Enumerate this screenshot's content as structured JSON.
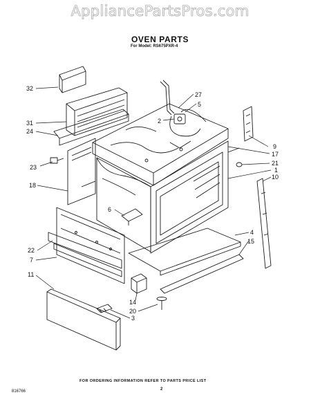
{
  "watermark": "AppliancePartsPros.com",
  "title": "OVEN PARTS",
  "subtitle": "For Model: RS675PXR-4",
  "footer_note": "FOR ORDERING INFORMATION REFER TO PARTS PRICE LIST",
  "figure_number": "816766",
  "page_number": "2",
  "callouts": [
    {
      "id": "32",
      "label": "32"
    },
    {
      "id": "31",
      "label": "31"
    },
    {
      "id": "24",
      "label": "24"
    },
    {
      "id": "23",
      "label": "23"
    },
    {
      "id": "18",
      "label": "18"
    },
    {
      "id": "6",
      "label": "6"
    },
    {
      "id": "22",
      "label": "22"
    },
    {
      "id": "7",
      "label": "7"
    },
    {
      "id": "11",
      "label": "11"
    },
    {
      "id": "27",
      "label": "27"
    },
    {
      "id": "5",
      "label": "5"
    },
    {
      "id": "2",
      "label": "2"
    },
    {
      "id": "9",
      "label": "9"
    },
    {
      "id": "17",
      "label": "17"
    },
    {
      "id": "21",
      "label": "21"
    },
    {
      "id": "1",
      "label": "1"
    },
    {
      "id": "10",
      "label": "10"
    },
    {
      "id": "4",
      "label": "4"
    },
    {
      "id": "15",
      "label": "15"
    },
    {
      "id": "14",
      "label": "14"
    },
    {
      "id": "20",
      "label": "20"
    },
    {
      "id": "3",
      "label": "3"
    }
  ]
}
